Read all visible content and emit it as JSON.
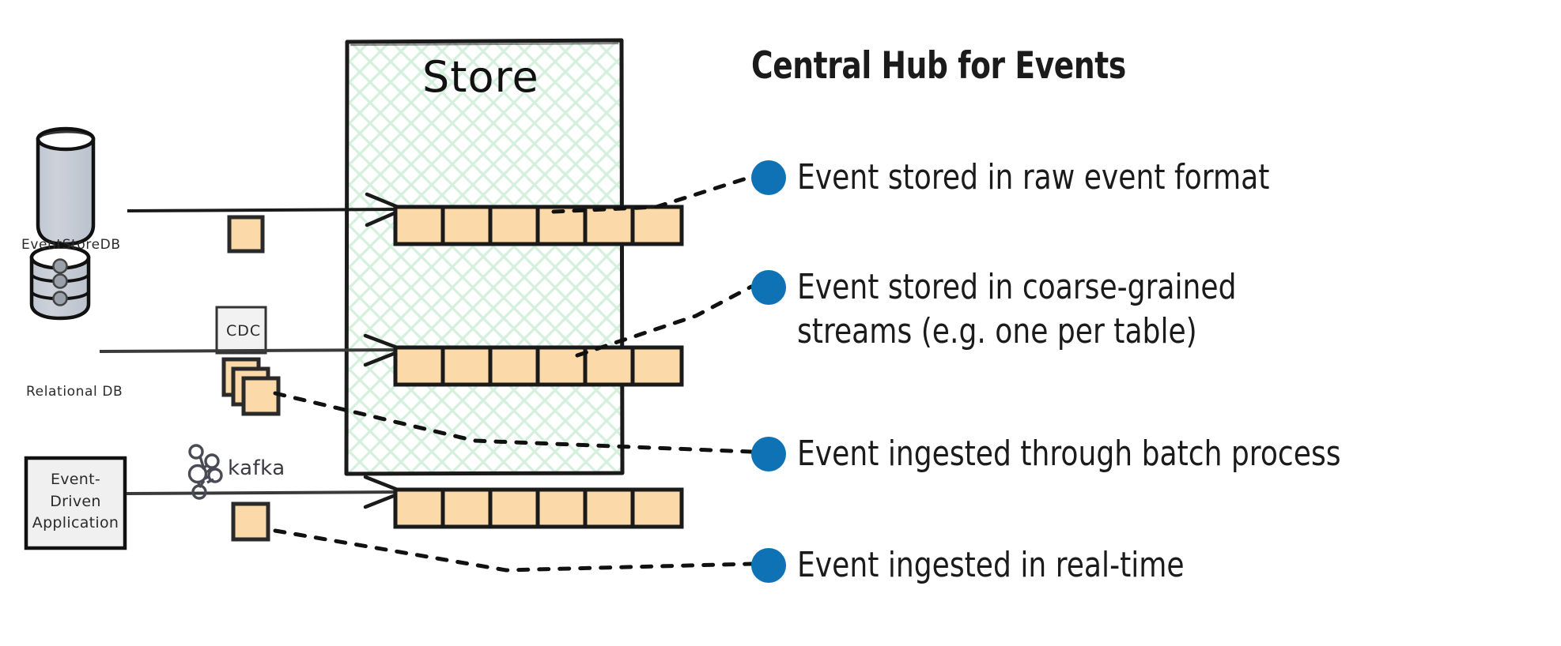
{
  "diagram": {
    "store": {
      "title": "Store",
      "streams": [
        {
          "id": "raw-event-stream",
          "segments": 6,
          "trailing_dots": true
        },
        {
          "id": "coarse-grained-stream",
          "segments": 6,
          "trailing_dots": false
        },
        {
          "id": "realtime-stream",
          "segments": 6,
          "trailing_dots": false
        }
      ]
    },
    "sources": [
      {
        "id": "eventstoredb",
        "label": "EventStoreDB",
        "icon": "database-cylinder-icon",
        "transport_label": "",
        "payload": "single-event-square"
      },
      {
        "id": "relational-db",
        "label": "Relational DB",
        "icon": "database-stack-icon",
        "transport_label": "CDC",
        "payload": "stacked-event-squares"
      },
      {
        "id": "event-driven-application",
        "label": "Event-\nDriven\nApplication",
        "icon": "application-box-icon",
        "transport_label": "kafka",
        "payload": "single-event-square"
      }
    ]
  },
  "panel": {
    "title": "Central Hub for Events",
    "bullet_color": "#0E72B5",
    "bullets": [
      {
        "id": "bullet-raw-format",
        "text": "Event stored in raw event format"
      },
      {
        "id": "bullet-coarse-grained",
        "text": "Event stored in coarse-grained\nstreams (e.g. one per table)"
      },
      {
        "id": "bullet-batch-process",
        "text": "Event ingested through batch process"
      },
      {
        "id": "bullet-real-time",
        "text": "Event ingested in real-time"
      }
    ]
  },
  "colors": {
    "event_square_fill": "#FBD9A8",
    "event_square_stroke": "#1a1a1a",
    "store_hatch": "#d8f2e0",
    "db_fill": "#c9ced8",
    "box_fill": "#f0f0f0",
    "accent_blue": "#0E72B5"
  }
}
